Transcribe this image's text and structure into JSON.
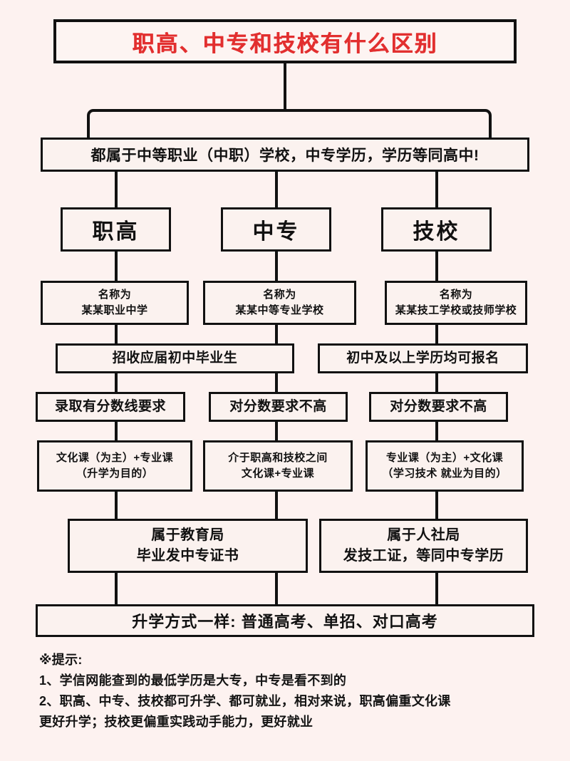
{
  "page": {
    "background_color": "#fdf2f0",
    "box_fill_color": "#fbf2ef",
    "line_color": "#111111",
    "title_color": "#e22f2f"
  },
  "title": {
    "text": "职高、中专和技校有什么区别"
  },
  "banner": {
    "text": "都属于中等职业（中职）学校，中专学历，学历等同高中!"
  },
  "categories": [
    {
      "label": "职高"
    },
    {
      "label": "中专"
    },
    {
      "label": "技校"
    }
  ],
  "rows": {
    "name_row": [
      {
        "line1": "名称为",
        "line2": "某某职业中学"
      },
      {
        "line1": "名称为",
        "line2": "某某中等专业学校"
      },
      {
        "line1": "名称为",
        "line2": "某某技工学校或技师学校"
      }
    ],
    "admission_row": [
      {
        "text": "招收应届初中毕业生"
      },
      {
        "text": "初中及以上学历均可报名"
      }
    ],
    "score_row": [
      {
        "text": "录取有分数线要求"
      },
      {
        "text": "对分数要求不高"
      },
      {
        "text": "对分数要求不高"
      }
    ],
    "course_row": [
      {
        "line1": "文化课（为主）+专业课",
        "line2": "（升学为目的）"
      },
      {
        "line1": "介于职高和技校之间",
        "line2": "文化课+专业课"
      },
      {
        "line1": "专业课（为主）+文化课",
        "line2": "（学习技术 就业为目的）"
      }
    ],
    "authority_row": [
      {
        "line1": "属于教育局",
        "line2": "毕业发中专证书"
      },
      {
        "line1": "属于人社局",
        "line2": "发技工证，等同中专学历"
      }
    ],
    "footer": {
      "text": "升学方式一样: 普通高考、单招、对口高考"
    }
  },
  "notes": {
    "heading": "※提示:",
    "lines": [
      "1、学信网能查到的最低学历是大专，中专是看不到的",
      "2、职高、中专、技校都可升学、都可就业，相对来说，职高偏重文化课",
      "更好升学；技校更偏重实践动手能力，更好就业"
    ]
  }
}
